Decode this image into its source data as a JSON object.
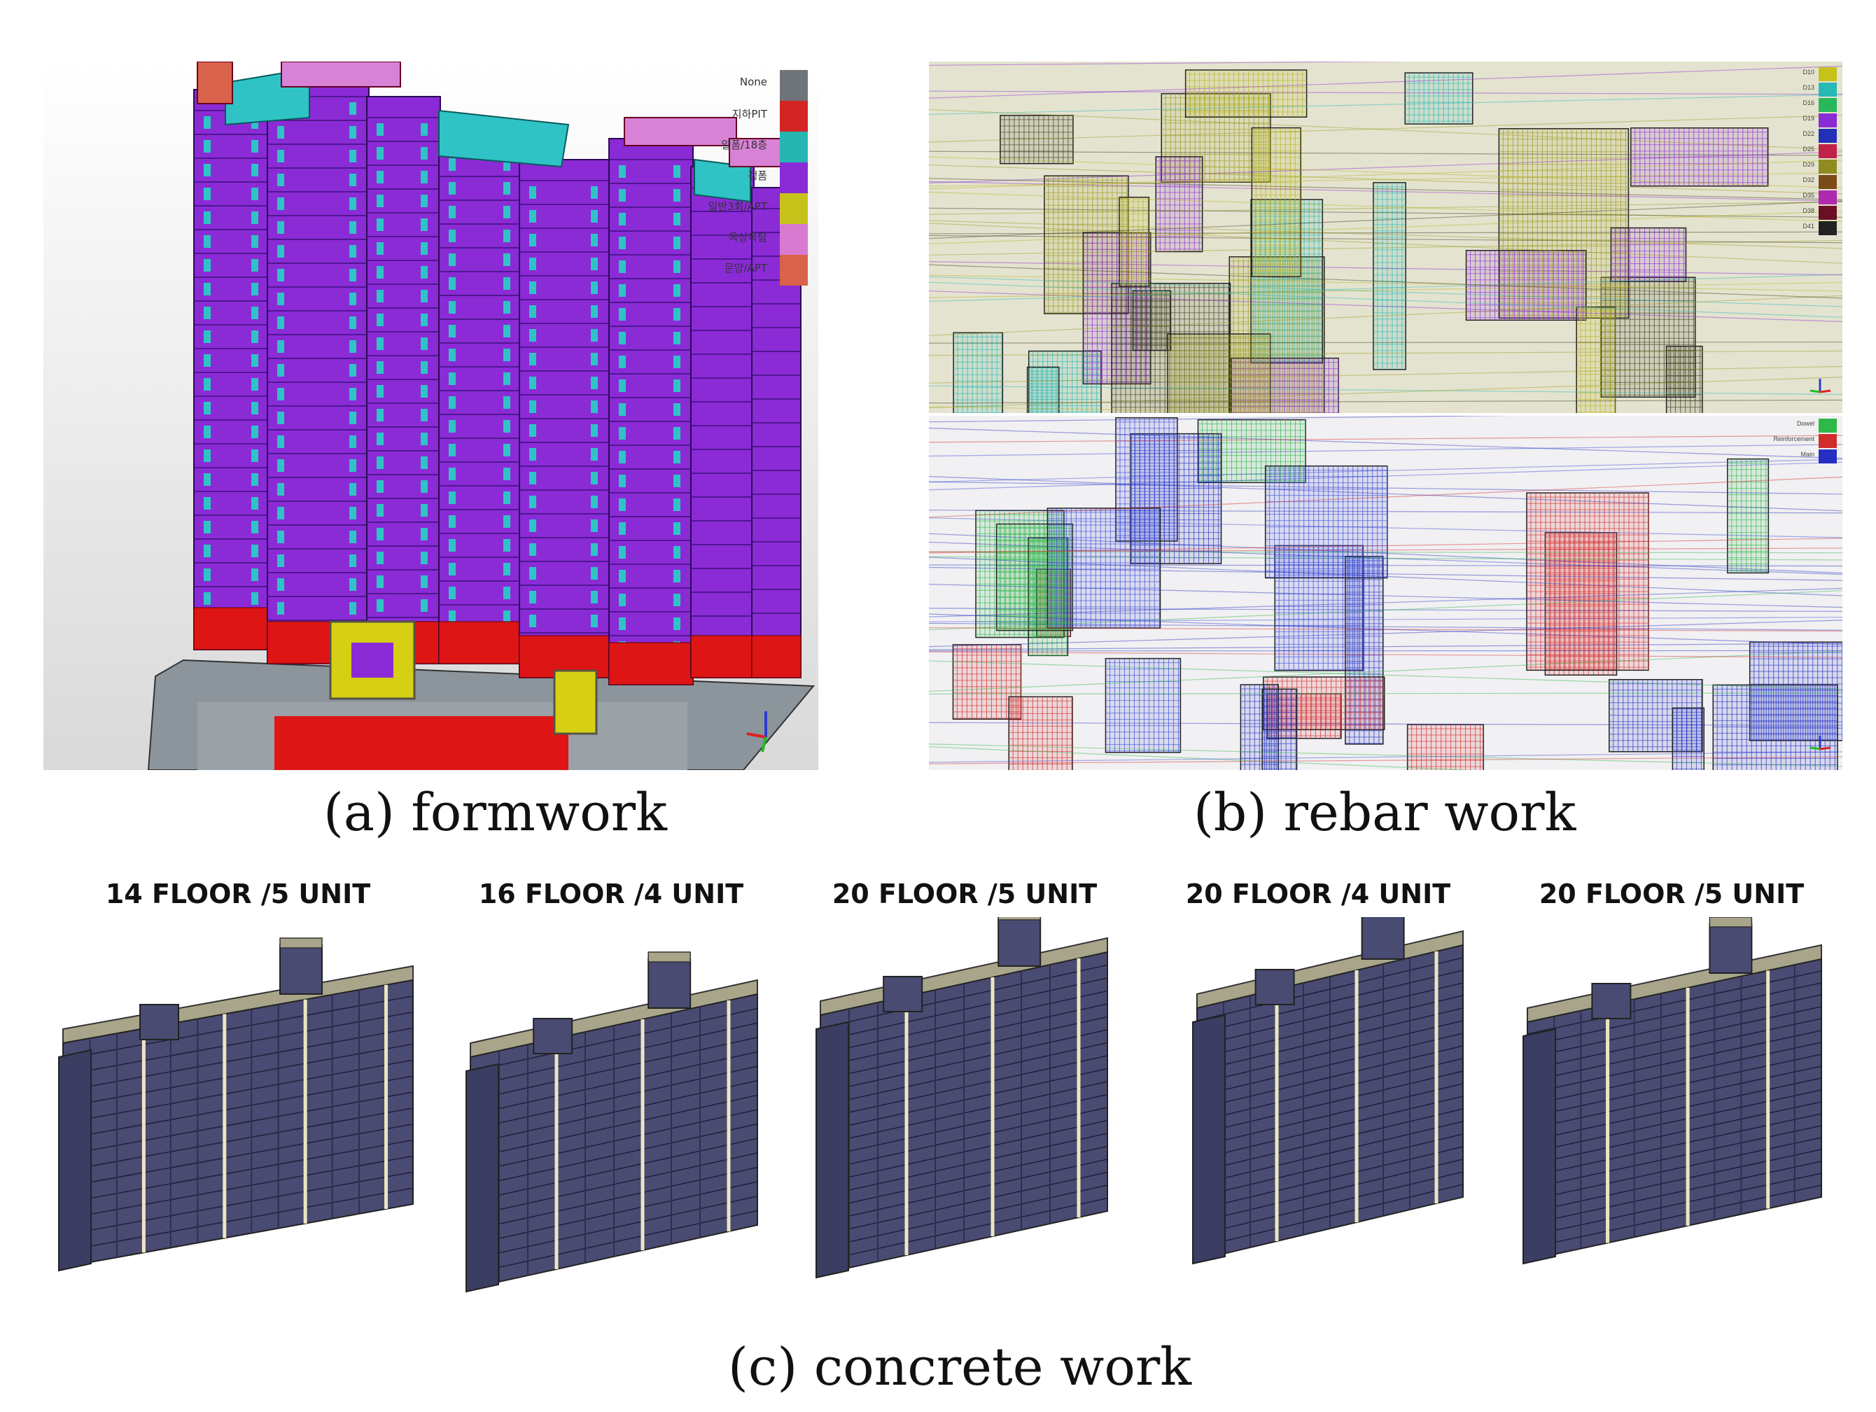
{
  "panel_a": {
    "caption": "(a) formwork",
    "legend": [
      {
        "label": "None",
        "color": "#6f7479"
      },
      {
        "label": "지하PIT",
        "color": "#d32424"
      },
      {
        "label": "알폼/18층",
        "color": "#26b6b2"
      },
      {
        "label": "갱폼",
        "color": "#8a2bd6"
      },
      {
        "label": "일반3회/APT",
        "color": "#c7c21a"
      },
      {
        "label": "옥상옥탑",
        "color": "#d77ad0"
      },
      {
        "label": "문양/APT",
        "color": "#d9624a"
      }
    ],
    "colors": {
      "building": "#8a2bd6",
      "cyan": "#2fc3c5",
      "red": "#dd1515",
      "yellow": "#d6cf14",
      "pink": "#d882d6",
      "podium": "#8c959c"
    }
  },
  "panel_b": {
    "caption": "(b) rebar work",
    "top_legend": [
      {
        "label": "D10",
        "color": "#c7c21a"
      },
      {
        "label": "D13",
        "color": "#27b9b5"
      },
      {
        "label": "D16",
        "color": "#27b85a"
      },
      {
        "label": "D19",
        "color": "#8a2bd6"
      },
      {
        "label": "D22",
        "color": "#2331b8"
      },
      {
        "label": "D25",
        "color": "#c0224a"
      },
      {
        "label": "D29",
        "color": "#8e8b20"
      },
      {
        "label": "D32",
        "color": "#7b4b18"
      },
      {
        "label": "D35",
        "color": "#b02ab0"
      },
      {
        "label": "D38",
        "color": "#6a0f25"
      },
      {
        "label": "D41",
        "color": "#222222"
      }
    ],
    "bottom_legend": [
      {
        "label": "Dowel",
        "color": "#2fb84a"
      },
      {
        "label": "Reinforcement",
        "color": "#d22b2b"
      },
      {
        "label": "Main",
        "color": "#2330c2"
      }
    ]
  },
  "panel_c": {
    "caption": "(c) concrete work",
    "units": [
      {
        "label": "14 FLOOR /5 UNIT",
        "floors": 14
      },
      {
        "label": "16 FLOOR /4 UNIT",
        "floors": 16
      },
      {
        "label": "20 FLOOR /5 UNIT",
        "floors": 20
      },
      {
        "label": "20 FLOOR /4 UNIT",
        "floors": 20
      },
      {
        "label": "20 FLOOR /5 UNIT",
        "floors": 20
      }
    ],
    "colors": {
      "wall": "#4a4b72",
      "roof": "#a9a58a",
      "window": "#ebe6c0"
    }
  }
}
